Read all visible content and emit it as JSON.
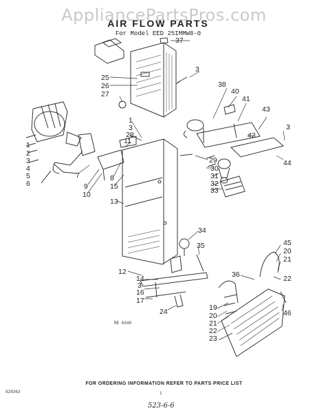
{
  "header": {
    "watermark": "AppliancePartsPros.com",
    "title": "AIR FLOW PARTS",
    "subtitle": "For Model EED 25IMMW8-0"
  },
  "diagram_code": "RE 0340",
  "doc_code": "920363",
  "page_mark": "1",
  "footer_note": "FOR ORDERING INFORMATION REFER TO PARTS PRICE LIST",
  "signature": "523-6-6",
  "callouts": [
    "37",
    "25",
    "26",
    "27",
    "3",
    "38",
    "40",
    "41",
    "43",
    "3",
    "42",
    "44",
    "1",
    "3",
    "28",
    "11",
    "29",
    "30",
    "31",
    "32",
    "33",
    "1",
    "2",
    "3",
    "4",
    "5",
    "6",
    "7",
    "9",
    "10",
    "8",
    "15",
    "13",
    "34",
    "35",
    "12",
    "14",
    "3",
    "16",
    "17",
    "24",
    "36",
    "45",
    "20",
    "21",
    "22",
    "19",
    "20",
    "21",
    "22",
    "23",
    "46"
  ]
}
